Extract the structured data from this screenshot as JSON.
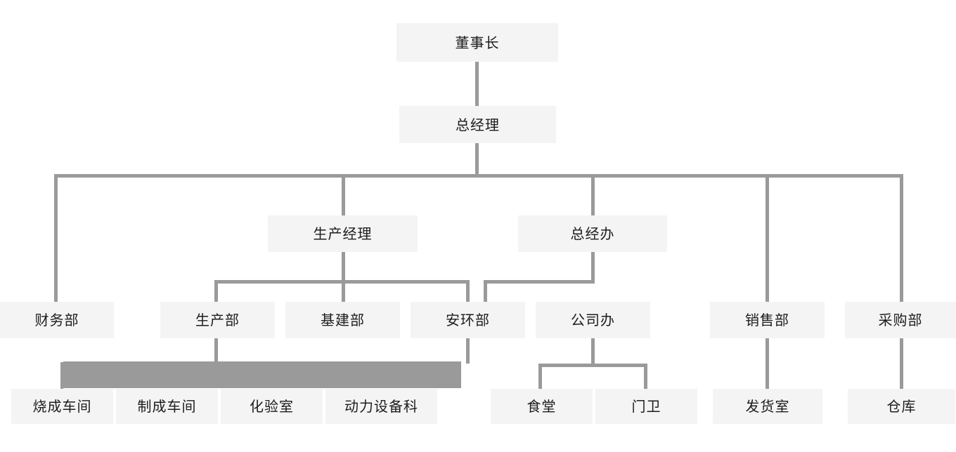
{
  "chart_data": {
    "type": "diagram",
    "title": "",
    "diagram_kind": "organization-chart",
    "orientation": "top-down",
    "levels": 5,
    "colors": {
      "box_fill": "#f4f4f4",
      "text": "#1c1c1c",
      "connector": "#9a9a9a",
      "band": "#9a9a9a",
      "background": "#ffffff"
    },
    "nodes": [
      {
        "id": "chairman",
        "label": "董事长",
        "level": 1
      },
      {
        "id": "general-manager",
        "label": "总经理",
        "level": 2
      },
      {
        "id": "production-manager",
        "label": "生产经理",
        "level": 3
      },
      {
        "id": "gm-office",
        "label": "总经办",
        "level": 3
      },
      {
        "id": "finance-dept",
        "label": "财务部",
        "level": 4
      },
      {
        "id": "production-dept",
        "label": "生产部",
        "level": 4
      },
      {
        "id": "infrastructure-dept",
        "label": "基建部",
        "level": 4
      },
      {
        "id": "safety-env-dept",
        "label": "安环部",
        "level": 4
      },
      {
        "id": "company-office",
        "label": "公司办",
        "level": 4
      },
      {
        "id": "sales-dept",
        "label": "销售部",
        "level": 4
      },
      {
        "id": "purchasing-dept",
        "label": "采购部",
        "level": 4
      },
      {
        "id": "firing-workshop",
        "label": "烧成车间",
        "level": 5
      },
      {
        "id": "forming-workshop",
        "label": "制成车间",
        "level": 5
      },
      {
        "id": "laboratory",
        "label": "化验室",
        "level": 5
      },
      {
        "id": "power-equipment",
        "label": "动力设备科",
        "level": 5
      },
      {
        "id": "canteen",
        "label": "食堂",
        "level": 5
      },
      {
        "id": "gatehouse",
        "label": "门卫",
        "level": 5
      },
      {
        "id": "shipping-room",
        "label": "发货室",
        "level": 5
      },
      {
        "id": "warehouse",
        "label": "仓库",
        "level": 5
      }
    ],
    "edges": [
      {
        "from": "chairman",
        "to": "general-manager"
      },
      {
        "from": "general-manager",
        "to": "finance-dept"
      },
      {
        "from": "general-manager",
        "to": "production-manager"
      },
      {
        "from": "general-manager",
        "to": "gm-office"
      },
      {
        "from": "general-manager",
        "to": "sales-dept"
      },
      {
        "from": "general-manager",
        "to": "purchasing-dept"
      },
      {
        "from": "production-manager",
        "to": "production-dept"
      },
      {
        "from": "production-manager",
        "to": "infrastructure-dept"
      },
      {
        "from": "production-manager",
        "to": "safety-env-dept"
      },
      {
        "from": "gm-office",
        "to": "company-office"
      },
      {
        "from": "production-dept",
        "to": "firing-workshop"
      },
      {
        "from": "production-dept",
        "to": "forming-workshop"
      },
      {
        "from": "production-dept",
        "to": "laboratory"
      },
      {
        "from": "production-dept",
        "to": "power-equipment"
      },
      {
        "from": "company-office",
        "to": "canteen"
      },
      {
        "from": "company-office",
        "to": "gatehouse"
      },
      {
        "from": "sales-dept",
        "to": "shipping-room"
      },
      {
        "from": "purchasing-dept",
        "to": "warehouse"
      }
    ]
  },
  "nodes": {
    "chairman": "董事长",
    "general_manager": "总经理",
    "production_manager": "生产经理",
    "gm_office": "总经办",
    "finance_dept": "财务部",
    "production_dept": "生产部",
    "infrastructure_dept": "基建部",
    "safety_env_dept": "安环部",
    "company_office": "公司办",
    "sales_dept": "销售部",
    "purchasing_dept": "采购部",
    "firing_workshop": "烧成车间",
    "forming_workshop": "制成车间",
    "laboratory": "化验室",
    "power_equipment": "动力设备科",
    "canteen": "食堂",
    "gatehouse": "门卫",
    "shipping_room": "发货室",
    "warehouse": "仓库"
  }
}
